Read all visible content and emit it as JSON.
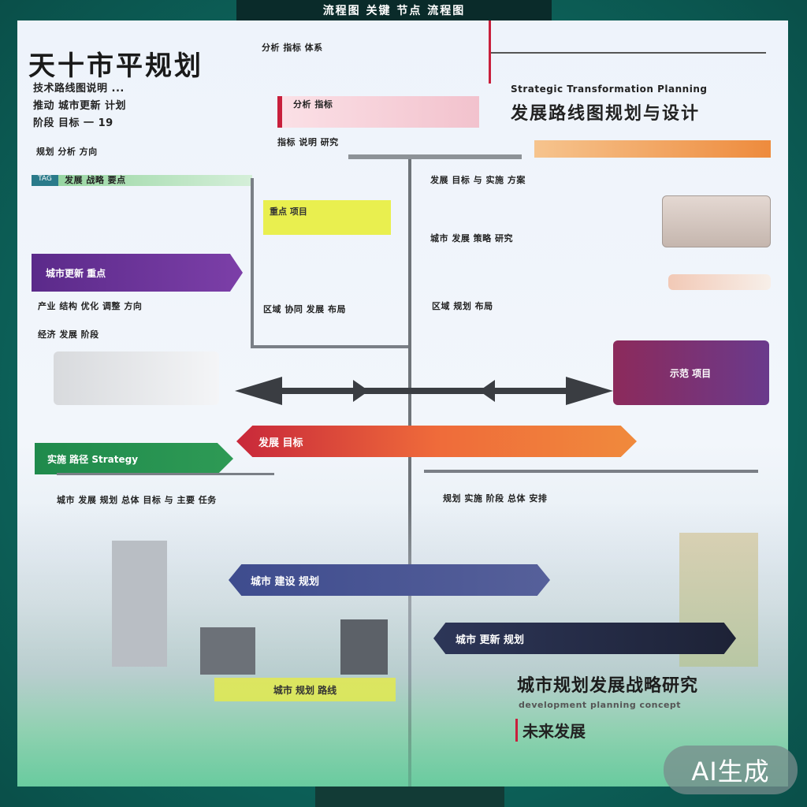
{
  "header": {
    "top_strip_text": "流程图 关键 节点 流程图"
  },
  "left": {
    "title": "天十市平规划",
    "desc": "技术路线图说明 ...\n推动 城市更新 计划\n阶段 目标 一 19",
    "subhead": "规划 分析 方向",
    "section_tag": "TAG",
    "section_label": "发展 战略 要点",
    "purple_tag": "城市更新 重点",
    "block_text_a": "产业 结构 优化 调整 方向",
    "block_text_b": "经济 发展 阶段",
    "green_badge": "实施 路径 Strategy",
    "lower_left_text": "城市 发展 规划 总体 目标 与 主要 任务"
  },
  "center": {
    "top_note": "分析 指标 体系",
    "top_note2": "分析 指标",
    "sub_label": "指标 说明 研究",
    "yellow_note": "重点 项目",
    "mid_text": "区域 协同 发展 布局",
    "red_banner": "发展 目标",
    "blue_banner": "城市 建设 规划",
    "dark_banner": "城市 更新 规划",
    "bottom_yellow": "城市 规划 路线"
  },
  "right": {
    "headline_latin": "Strategic Transformation Planning",
    "headline": "发展路线图规划与设计",
    "block1": "发展 目标 与 实施 方案",
    "block2": "城市 发展 策略 研究",
    "block3": "区域 规划 布局",
    "purple_card": "示范 项目",
    "lower_right_text": "规划 实施 阶段 总体 安排",
    "bottom_title": "城市规划发展战略研究",
    "bottom_sub": "development planning concept",
    "bottom_tag": "未来发展"
  },
  "badge": {
    "label": "AI生成"
  }
}
